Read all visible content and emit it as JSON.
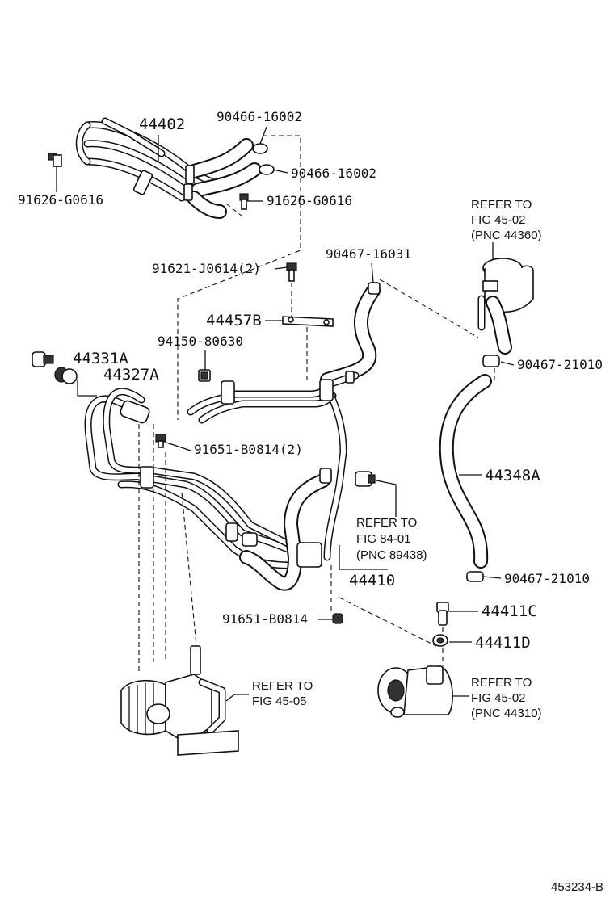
{
  "labels": {
    "p44402": "44402",
    "p90466a": "90466-16002",
    "p90466b": "90466-16002",
    "p91626a": "91626-G0616",
    "p91626b": "91626-G0616",
    "ref4502a_1": "REFER TO",
    "ref4502a_2": "FIG 45-02",
    "ref4502a_3": "(PNC 44360)",
    "p90467a": "90467-16031",
    "p91621": "91621-J0614(2)",
    "p44457B": "44457B",
    "p94150": "94150-80630",
    "p44331A": "44331A",
    "p44327A": "44327A",
    "p90467b": "90467-21010",
    "p91651a": "91651-B0814(2)",
    "p44348A": "44348A",
    "ref8401_1": "REFER TO",
    "ref8401_2": "FIG 84-01",
    "ref8401_3": "(PNC 89438)",
    "p44410": "44410",
    "p90467c": "90467-21010",
    "p44411C": "44411C",
    "p91651b": "91651-B0814",
    "p44411D": "44411D",
    "ref4505_1": "REFER TO",
    "ref4505_2": "FIG 45-05",
    "ref4502b_1": "REFER TO",
    "ref4502b_2": "FIG 45-02",
    "ref4502b_3": "(PNC 44310)",
    "figure_id": "453234-B"
  },
  "icons": [
    "hose-clamp-icon",
    "bolt-icon",
    "clip-icon",
    "reservoir-icon",
    "pump-icon",
    "steering-gear-icon",
    "pressure-switch-icon"
  ]
}
